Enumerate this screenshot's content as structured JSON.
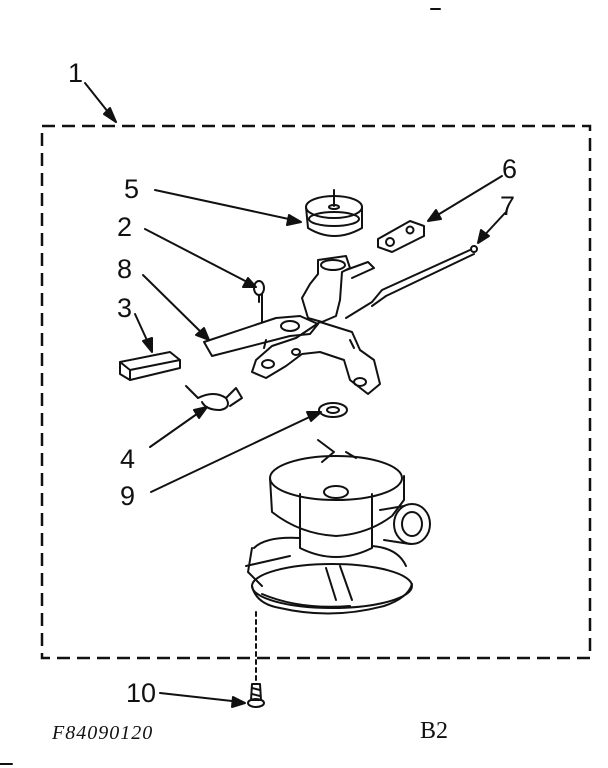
{
  "diagram": {
    "callouts": [
      {
        "id": "1",
        "label": "1"
      },
      {
        "id": "2",
        "label": "2"
      },
      {
        "id": "3",
        "label": "3"
      },
      {
        "id": "4",
        "label": "4"
      },
      {
        "id": "5",
        "label": "5"
      },
      {
        "id": "6",
        "label": "6"
      },
      {
        "id": "7",
        "label": "7"
      },
      {
        "id": "8",
        "label": "8"
      },
      {
        "id": "9",
        "label": "9"
      },
      {
        "id": "10",
        "label": "10"
      }
    ],
    "figure_code": "F84090120",
    "figure_tag": "B2"
  }
}
